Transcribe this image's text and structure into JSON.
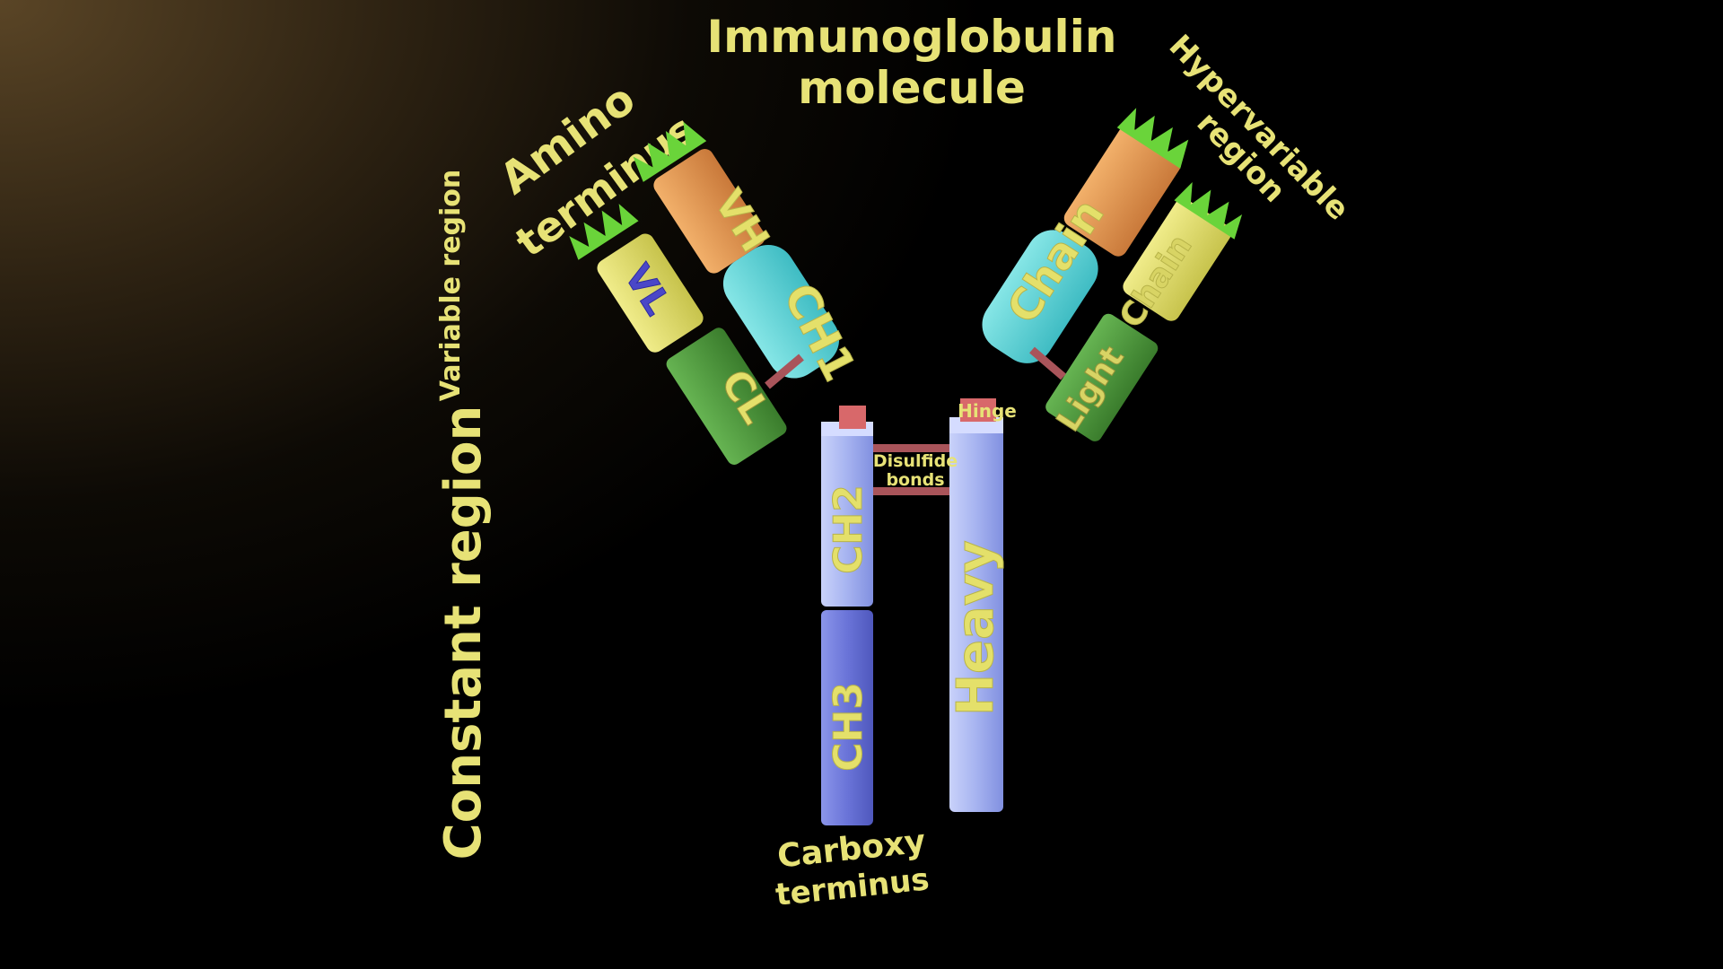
{
  "title": {
    "line1": "Immunoglobulin",
    "line2": "molecule"
  },
  "labels": {
    "amino_line1": "Amino",
    "amino_line2": "terminus",
    "hypervariable_line1": "Hypervariable",
    "hypervariable_line2": "region",
    "variable_region": "Variable region",
    "constant_region": "Constant region",
    "carboxy_line1": "Carboxy",
    "carboxy_line2": "terminus",
    "disulfide_line1": "Disulfide",
    "disulfide_line2": "bonds",
    "hinge": "Hinge"
  },
  "domains": {
    "vh": "VH",
    "vl": "VL",
    "ch1": "CH1",
    "cl": "CL",
    "ch2": "CH2",
    "ch3": "CH3",
    "heavy": "Heavy",
    "chain": "Chain",
    "light": "Light",
    "light_chain": "Chain"
  },
  "colors": {
    "label": "#e7e276",
    "vh_orange": "#e39a4f",
    "vl_yellow": "#e4e06a",
    "ch1_cyan": "#5fd6d8",
    "cl_green": "#4e9a3e",
    "fc_blue": "#a9b6f2",
    "ch3_blue": "#6a74d8",
    "hinge_red": "#d8686a",
    "tip_green": "#6ad43a",
    "bond_red": "#a9545a"
  }
}
